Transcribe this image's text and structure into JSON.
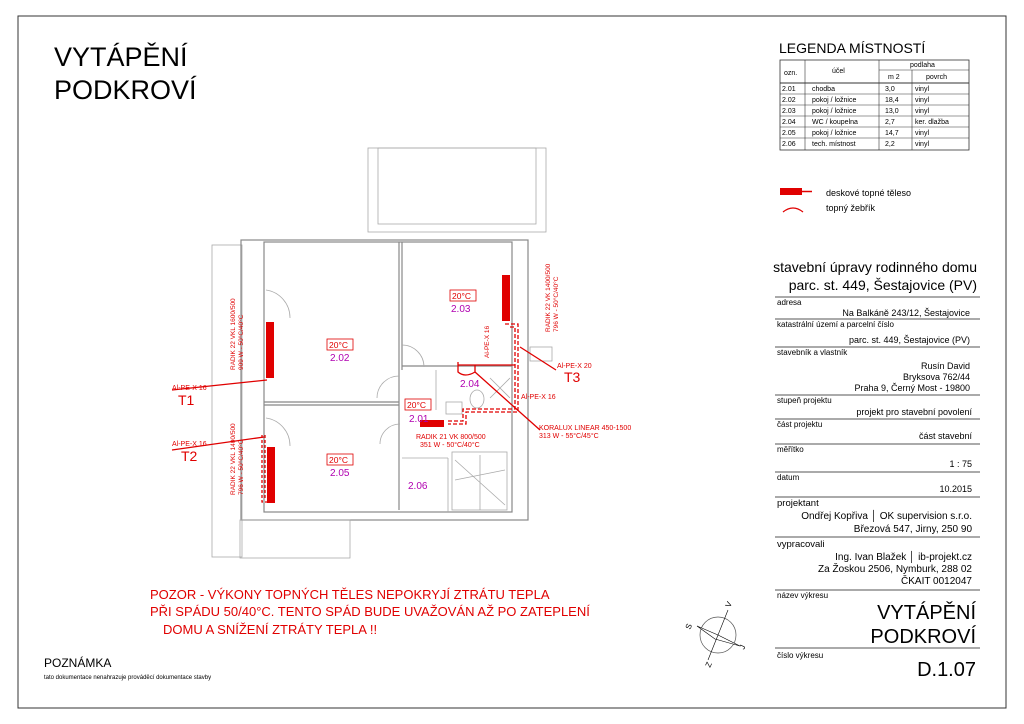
{
  "title": {
    "line1": "VYTÁPĚNÍ",
    "line2": "PODKROVÍ"
  },
  "legend": {
    "title": "LEGENDA MÍSTNOSTÍ",
    "headers": {
      "ozn": "ozn.",
      "ucel": "účel",
      "podlaha": "podlaha",
      "m2": "m 2",
      "povrch": "povrch"
    },
    "rows": [
      {
        "ozn": "2.01",
        "ucel": "chodba",
        "m2": "3,0",
        "povrch": "vinyl"
      },
      {
        "ozn": "2.02",
        "ucel": "pokoj / ložnice",
        "m2": "18,4",
        "povrch": "vinyl"
      },
      {
        "ozn": "2.03",
        "ucel": "pokoj / ložnice",
        "m2": "13,0",
        "povrch": "vinyl"
      },
      {
        "ozn": "2.04",
        "ucel": "WC / koupelna",
        "m2": "2,7",
        "povrch": "ker. dlažba"
      },
      {
        "ozn": "2.05",
        "ucel": "pokoj / ložnice",
        "m2": "14,7",
        "povrch": "vinyl"
      },
      {
        "ozn": "2.06",
        "ucel": "tech. místnost",
        "m2": "2,2",
        "povrch": "vinyl"
      }
    ],
    "symbols": [
      "deskové topné těleso",
      "topný žebřík"
    ]
  },
  "titleblock": {
    "project1": "stavební úpravy rodinného domu",
    "project2": "parc. st. 449, Šestajovice (PV)",
    "fields": [
      {
        "label": "adresa",
        "lines": [
          "Na Balkáně 243/12, Šestajovice"
        ]
      },
      {
        "label": "katastrální území a parcelní číslo",
        "lines": [
          "parc. st. 449, Šestajovice (PV)"
        ]
      },
      {
        "label": "stavebník a vlastník",
        "lines": [
          "Rusín David",
          "Bryksova 762/44",
          "Praha 9, Černý Most - 19800"
        ]
      },
      {
        "label": "stupeň projektu",
        "lines": [
          "projekt pro stavební povolení"
        ]
      },
      {
        "label": "část projektu",
        "lines": [
          "část stavební"
        ]
      },
      {
        "label": "měřítko",
        "lines": [
          "1 : 75"
        ]
      },
      {
        "label": "datum",
        "lines": [
          "10.2015"
        ]
      },
      {
        "label": "projektant",
        "lines": [
          "Ondřej Kopřiva │ OK supervision s.r.o.",
          "Březová 547, Jirny, 250 90"
        ]
      },
      {
        "label": "vypracovali",
        "lines": [
          "Ing. Ivan Blažek │ ib-projekt.cz",
          "Za Žoskou 2506, Nymburk, 288 02",
          "ČKAIT 0012047"
        ]
      }
    ],
    "drawing_name_label": "název výkresu",
    "drawing_name1": "VYTÁPĚNÍ",
    "drawing_name2": "PODKROVÍ",
    "drawing_number_label": "číslo výkresu",
    "drawing_number": "D.1.07"
  },
  "plan": {
    "rooms": [
      {
        "id": "2.01",
        "temp": "20°C"
      },
      {
        "id": "2.02",
        "temp": "20°C"
      },
      {
        "id": "2.03",
        "temp": "20°C"
      },
      {
        "id": "2.04"
      },
      {
        "id": "2.05",
        "temp": "20°C"
      },
      {
        "id": "2.06"
      }
    ],
    "labels": {
      "t1": "T1",
      "t2": "T2",
      "t3": "T3",
      "pipe_t1": "Al-PE-X 16",
      "pipe_t2": "Al-PE-X 16",
      "pipe_t3": "Al-PE-X 20",
      "pipe_v": "Al-PE-X 16",
      "pipe_h": "Al-PE-X 16",
      "rad_202_a": "RADIK 22 VKL 1600/500",
      "rad_202_b": "909 W - 50°C/40°C",
      "rad_205_a": "RADIK 22 VKL 1400/500",
      "rad_205_b": "796 W - 50°C/40°C",
      "rad_203_a": "RADIK 22 VK 1400/500",
      "rad_203_b": "796 W - 50°C/40°C",
      "rad_201_a": "RADIK 21 VK 800/500",
      "rad_201_b": "351 W - 50°C/40°C",
      "kor_a": "KORALUX LINEAR 450-1500",
      "kor_b": "313 W - 55°C/45°C"
    }
  },
  "warning": [
    "POZOR - VÝKONY TOPNÝCH TĚLES NEPOKRYJÍ ZTRÁTU TEPLA",
    "PŘI SPÁDU 50/40°C. TENTO SPÁD BUDE UVAŽOVÁN AŽ PO ZATEPLENÍ",
    "DOMU A SNÍŽENÍ ZTRÁTY TEPLA !!"
  ],
  "note": {
    "title": "POZNÁMKA",
    "text": "tato dokumentace nenahrazuje prováděcí dokumentace stavby"
  },
  "compass": {
    "s": "S",
    "v": "V",
    "j": "J",
    "z": "Z"
  }
}
